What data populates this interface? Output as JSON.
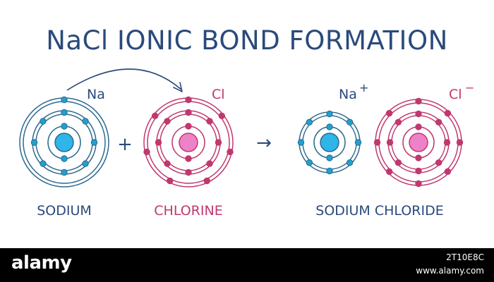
{
  "title": "NaCl  IONIC BOND FORMATION",
  "colors": {
    "navy": "#2a4a7b",
    "sodium_ring": "#2d6a8e",
    "sodium_electron": "#1fa0d0",
    "sodium_nucleus": "#2fb5e8",
    "chlorine": "#c0386f",
    "chlorine_nucleus": "#ee82c8",
    "arrow": "#2a4a7b"
  },
  "atoms": {
    "sodium": {
      "symbol": "Na",
      "label": "SODIUM",
      "shells": [
        2,
        8,
        1
      ]
    },
    "chlorine": {
      "symbol": "Cl",
      "label": "CHLORINE",
      "shells": [
        2,
        8,
        7
      ]
    },
    "sodium_ion": {
      "symbol": "Na",
      "charge": "+",
      "shells": [
        2,
        8
      ]
    },
    "chloride_ion": {
      "symbol": "Cl",
      "charge": "−",
      "shells": [
        2,
        8,
        8
      ]
    }
  },
  "product_label": "SODIUM CHLORIDE",
  "plus_sign": "+",
  "reaction_arrow": "→",
  "watermark": {
    "logo": "alamy",
    "image_id": "2T10E8C",
    "url": "www.alamy.com"
  }
}
